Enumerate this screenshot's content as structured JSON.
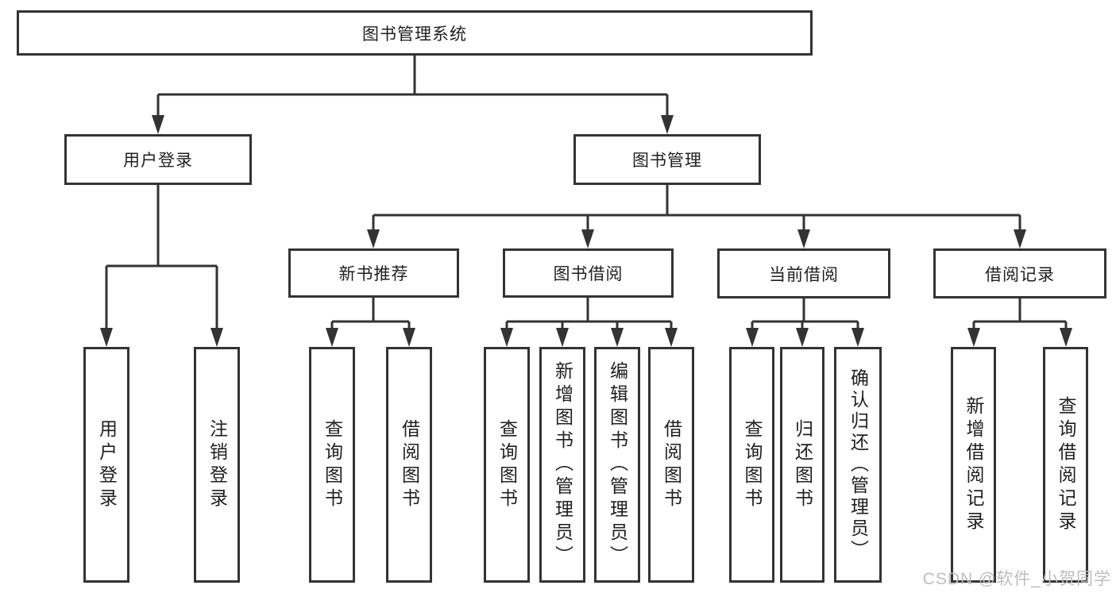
{
  "diagram": {
    "title": "图书管理系统",
    "level2": {
      "user_login": "用户登录",
      "book_management": "图书管理"
    },
    "level3": {
      "new_book_recommend": "新书推荐",
      "book_borrow": "图书借阅",
      "current_borrow": "当前借阅",
      "borrow_records": "借阅记录"
    },
    "leaves": {
      "user_login": "用户登录",
      "logout": "注销登录",
      "nb_query_books": "查询图书",
      "nb_borrow_books": "借阅图书",
      "bb_query_books": "查询图书",
      "bb_add_books": "新增图书（管理员）",
      "bb_edit_books": "编辑图书（管理员）",
      "bb_borrow_books": "借阅图书",
      "cb_query_books": "查询图书",
      "cb_return_books": "归还图书",
      "cb_confirm_return": "确认归还（管理员）",
      "br_add_record": "新增借阅记录",
      "br_query_record": "查询借阅记录"
    }
  },
  "watermark": "CSDN @软件_小贺同学",
  "colors": {
    "line": "#333333",
    "text": "#1f1f1f",
    "watermark": "#bdbdbd",
    "background": "#ffffff"
  }
}
